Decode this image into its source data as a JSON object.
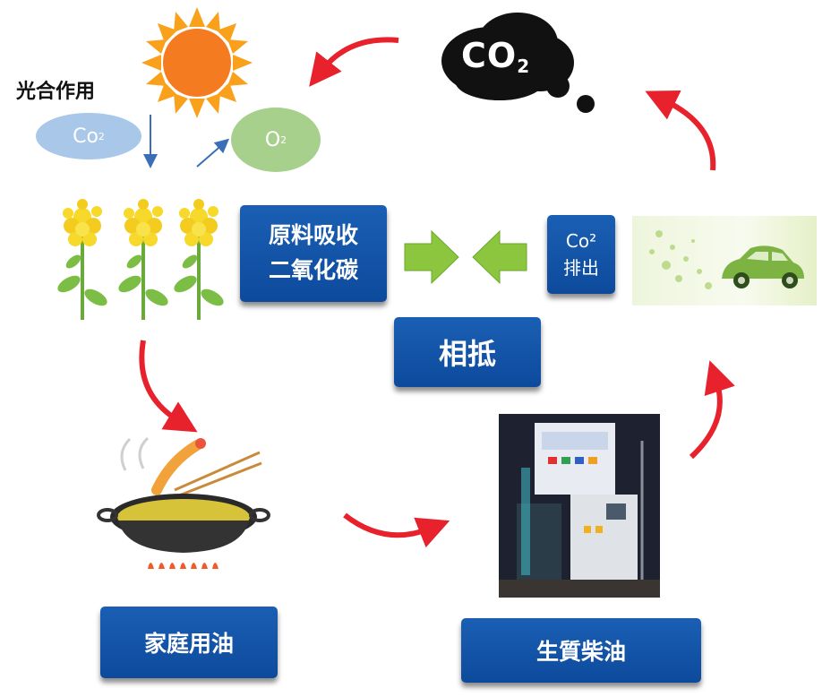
{
  "photosynthesis": {
    "label": "光合作用",
    "co2_label": "Co",
    "co2_sup": "2",
    "o2_label": "O",
    "o2_sup": "2"
  },
  "cloud": {
    "text": "CO",
    "sub": "2"
  },
  "boxes": {
    "absorb_line1": "原料吸收",
    "absorb_line2": "二氧化碳",
    "emission_line1": "Co²",
    "emission_line2": "排出",
    "offset": "相抵",
    "household_oil": "家庭用油",
    "biodiesel": "生質柴油"
  },
  "colors": {
    "box_blue": "#1a5fb4",
    "arrow_red": "#e8222c",
    "arrow_green": "#8cc63f",
    "sun": "#f47b20",
    "ellipse_blue": "#a9c7e8",
    "ellipse_green": "#a8d08d"
  }
}
